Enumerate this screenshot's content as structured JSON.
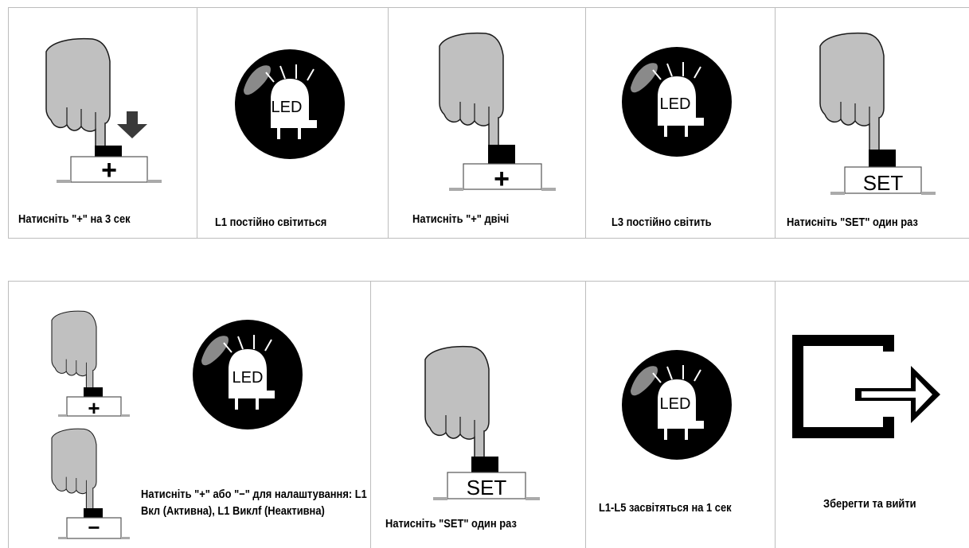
{
  "labels": {
    "led": "LED",
    "set": "SET",
    "plus": "+",
    "minus": "−"
  },
  "row1": [
    {
      "caption": "Натисніть \"+\" на 3 сек"
    },
    {
      "caption": "L1 постійно світиться"
    },
    {
      "caption": "Натисніть  \"+\" двічі"
    },
    {
      "caption": "L3 постійно світить"
    },
    {
      "caption": "Натисніть  \"SET\" один раз"
    }
  ],
  "row2": [
    {
      "caption": "Натисніть \"+\" або \"−\" для налаштування: L1 Вкл (Активна), L1 Виклf (Неактивна)"
    },
    {
      "caption": "Натисніть  \"SET\" один раз"
    },
    {
      "caption": "L1-L5 засвітяться на 1 сек"
    },
    {
      "caption": "Зберегти та вийти"
    }
  ],
  "colors": {
    "hand_fill": "#c0c0c0",
    "hand_stroke": "#1a1a1a",
    "led_bg": "#000000",
    "led_bulb": "#ffffff",
    "cell_border": "#bdbdbd",
    "arrow": "#3a3a3a",
    "glare": "#8a8a8a"
  }
}
